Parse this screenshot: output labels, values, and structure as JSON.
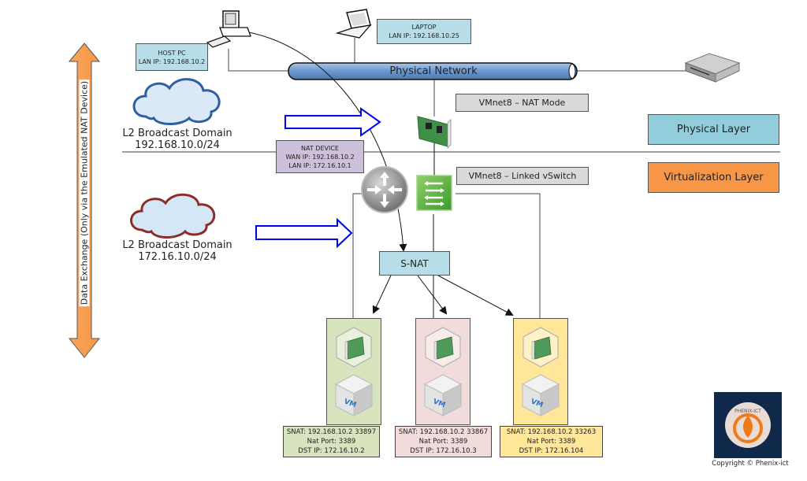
{
  "title": "VMnet8 NAT Mode network diagram",
  "devices": {
    "host_pc": {
      "name": "HOST PC",
      "ip": "LAN IP: 192.168.10.2"
    },
    "laptop": {
      "name": "LAPTOP",
      "ip": "LAN IP: 192.168.10.25"
    },
    "nat_device": {
      "name": "NAT DEVICE",
      "wan": "WAN IP: 192.168.10.2",
      "lan": "LAN IP: 172.16.10.1"
    },
    "snat": {
      "label": "S-NAT"
    }
  },
  "network": {
    "label": "Physical Network"
  },
  "vmnet": {
    "nat_mode": "VMnet8 – NAT Mode",
    "linked_vswitch": "VMnet8 – Linked vSwitch"
  },
  "layers": {
    "physical": {
      "label": "Physical Layer",
      "color": "#92CDDC"
    },
    "virtualization": {
      "label": "Virtualization Layer",
      "color": "#F79646"
    }
  },
  "domains": {
    "physical": {
      "line1": "L2 Broadcast Domain",
      "line2": "192.168.10.0/24"
    },
    "virtual": {
      "line1": "L2 Broadcast Domain",
      "line2": "172.16.10.0/24"
    }
  },
  "data_exchange": "Data Exchange (Only via the Emulated NAT Device)",
  "vms": [
    {
      "color": "#D7E4BD",
      "vm_label": "VM",
      "snat": "SNAT: 192.168.10.2 33897",
      "nat_port": "Nat Port: 3389",
      "dst_ip": "DST IP: 172.16.10.2"
    },
    {
      "color": "#F2DCDB",
      "vm_label": "VM",
      "snat": "SNAT: 192.168.10.2 33867",
      "nat_port": "Nat Port: 3389",
      "dst_ip": "DST IP: 172.16.10.3"
    },
    {
      "color": "#FFE699",
      "vm_label": "VM",
      "snat": "SNAT: 192.168.10.2 33263",
      "nat_port": "Nat Port: 3389",
      "dst_ip": "DST IP: 172.16.104"
    }
  ],
  "logo": {
    "text": "PHENIX-ICT",
    "copyright": "Copyright © Phenix-ict"
  }
}
